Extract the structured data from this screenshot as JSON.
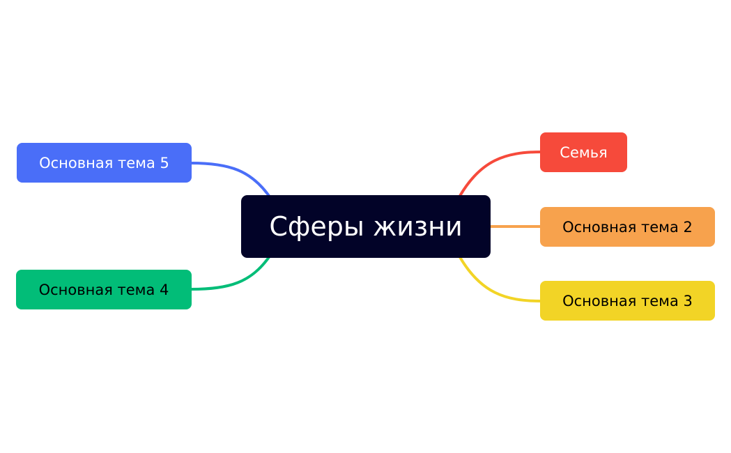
{
  "central": {
    "label": "Сферы жизни",
    "bg": "#020328",
    "text_color": "#ffffff"
  },
  "topics": [
    {
      "label": "Семья",
      "bg": "#F64A3B",
      "text_color": "#ffffff",
      "line_color": "#F64A3B"
    },
    {
      "label": "Основная тема 2",
      "bg": "#F7A24D",
      "text_color": "#000000",
      "line_color": "#F7A24D"
    },
    {
      "label": "Основная тема 3",
      "bg": "#F2D426",
      "text_color": "#000000",
      "line_color": "#F2D426"
    },
    {
      "label": "Основная тема 4",
      "bg": "#02BD78",
      "text_color": "#000000",
      "line_color": "#02BD78"
    },
    {
      "label": "Основная тема 5",
      "bg": "#4A6EF8",
      "text_color": "#ffffff",
      "line_color": "#4A6EF8"
    }
  ]
}
